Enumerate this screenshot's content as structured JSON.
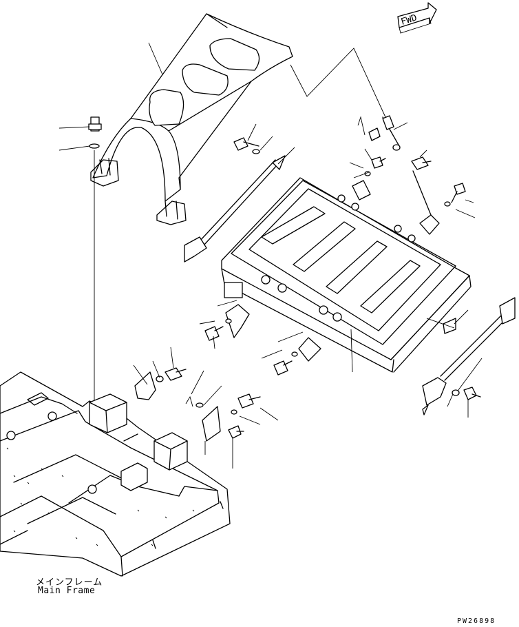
{
  "direction_arrow": {
    "text": "FWD"
  },
  "labels": {
    "main_frame_jp": "メインフレーム",
    "main_frame_en": "Main Frame"
  },
  "drawing_code": "PW26898"
}
